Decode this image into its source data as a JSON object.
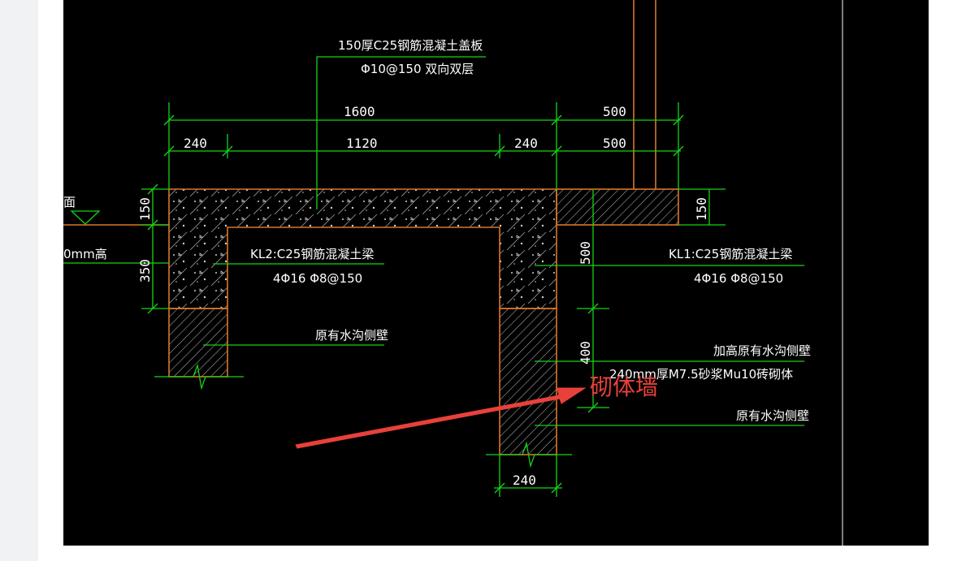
{
  "drawing": {
    "slab_note_line1": "150厚C25钢筋混凝土盖板",
    "slab_note_line2": "Φ10@150 双向双层",
    "dim_top_total": "1600",
    "dim_top_right": "500",
    "dim_sub_left": "240",
    "dim_sub_mid": "1120",
    "dim_sub_right": "240",
    "dim_sub_far": "500",
    "dim_left_top": "150",
    "dim_left_mid": "350",
    "dim_right_top": "150",
    "dim_mid_upper": "500",
    "dim_mid_lower": "400",
    "dim_bottom": "240",
    "left_cut_label_1": "面",
    "left_cut_label_2": "0mm高",
    "beam2_label": "KL2:C25钢筋混凝土梁",
    "beam2_rebar": "4Φ16 Φ8@150",
    "beam1_label": "KL1:C25钢筋混凝土梁",
    "beam1_rebar": "4Φ16 Φ8@150",
    "orig_wall_left": "原有水沟侧壁",
    "raised_wall": "加高原有水沟侧壁",
    "masonry_spec": "240mm厚M7.5砂浆Mu10砖砌体",
    "orig_wall_right": "原有水沟侧壁"
  },
  "annotation": {
    "label": "砌体墙",
    "color": "#e8413a"
  },
  "colors": {
    "background": "#000000",
    "outline": "#d9762a",
    "dimension": "#16d416",
    "text": "#ffffff"
  }
}
